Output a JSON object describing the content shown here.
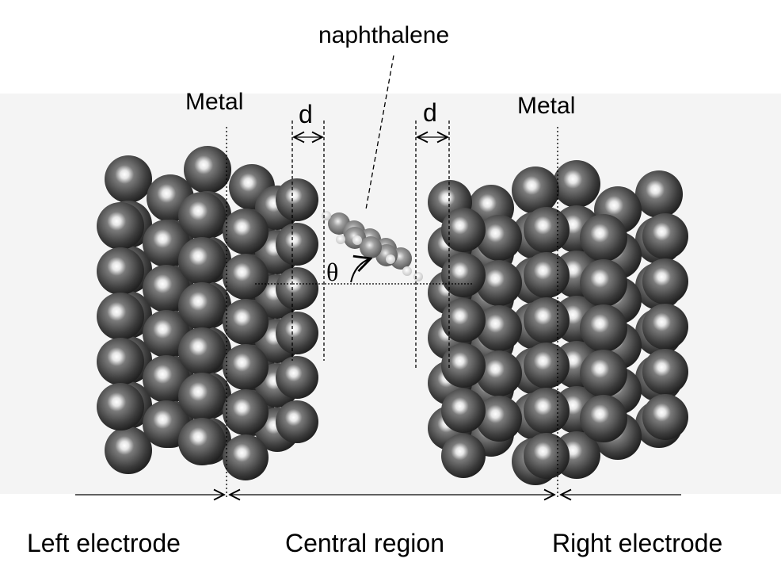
{
  "labels": {
    "molecule": "naphthalene",
    "metal_left": "Metal",
    "metal_right": "Metal",
    "gap_left": "d",
    "gap_right": "d",
    "angle": "θ",
    "left_electrode": "Left electrode",
    "central_region": "Central region",
    "right_electrode": "Right electrode"
  },
  "colors": {
    "metal_atom": "#4a4a4a",
    "molecule_carbon": "#777777",
    "molecule_hydrogen": "#e8e8e8",
    "line": "#000000",
    "background_band": "#f4f4f4"
  }
}
